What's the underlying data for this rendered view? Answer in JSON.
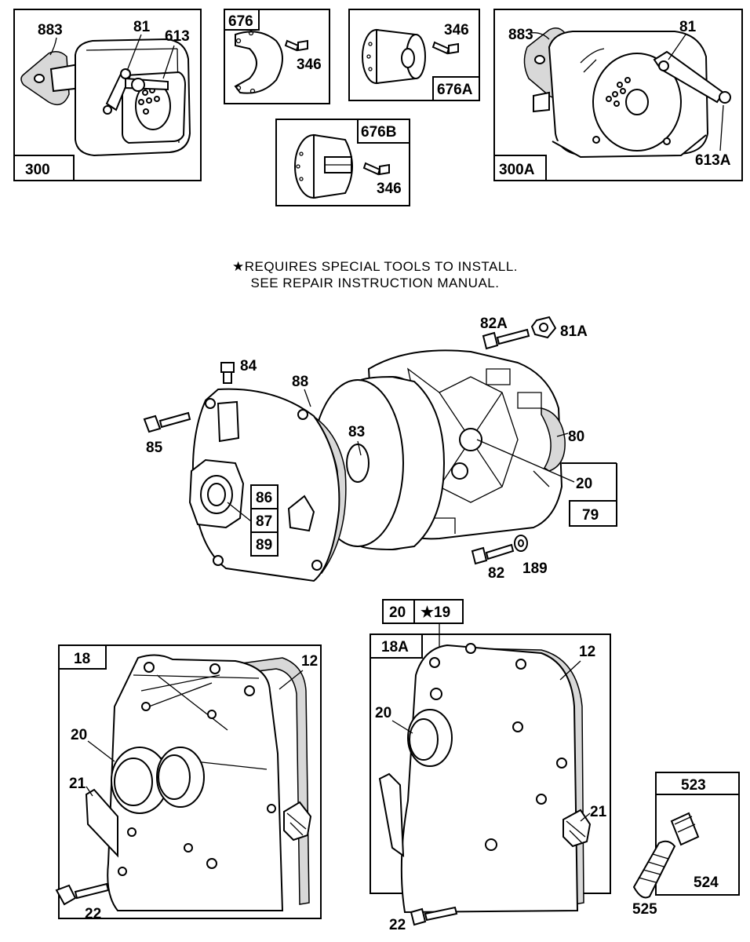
{
  "note": {
    "line1": "★REQUIRES SPECIAL TOOLS TO INSTALL.",
    "line2": "SEE REPAIR INSTRUCTION MANUAL."
  },
  "boxes": {
    "b300": "300",
    "b300A": "300A",
    "b676": "676",
    "b676A": "676A",
    "b676B": "676B",
    "b79": "79",
    "b86": "86",
    "b87": "87",
    "b89": "89",
    "b18": "18",
    "b18A": "18A",
    "b20": "20",
    "b19": "★19",
    "b523": "523"
  },
  "callouts": {
    "c883a": "883",
    "c81a": "81",
    "c613": "613",
    "c346a": "346",
    "c346b": "346",
    "c346c": "346",
    "c883b": "883",
    "c81b": "81",
    "c613A": "613A",
    "c82A": "82A",
    "c81A": "81A",
    "c84": "84",
    "c88": "88",
    "c85": "85",
    "c83": "83",
    "c80": "80",
    "c20a": "20",
    "c82": "82",
    "c189": "189",
    "c12a": "12",
    "c20b": "20",
    "c21a": "21",
    "c22a": "22",
    "c12b": "12",
    "c20c": "20",
    "c21b": "21",
    "c22b": "22",
    "c524": "524",
    "c525": "525"
  }
}
